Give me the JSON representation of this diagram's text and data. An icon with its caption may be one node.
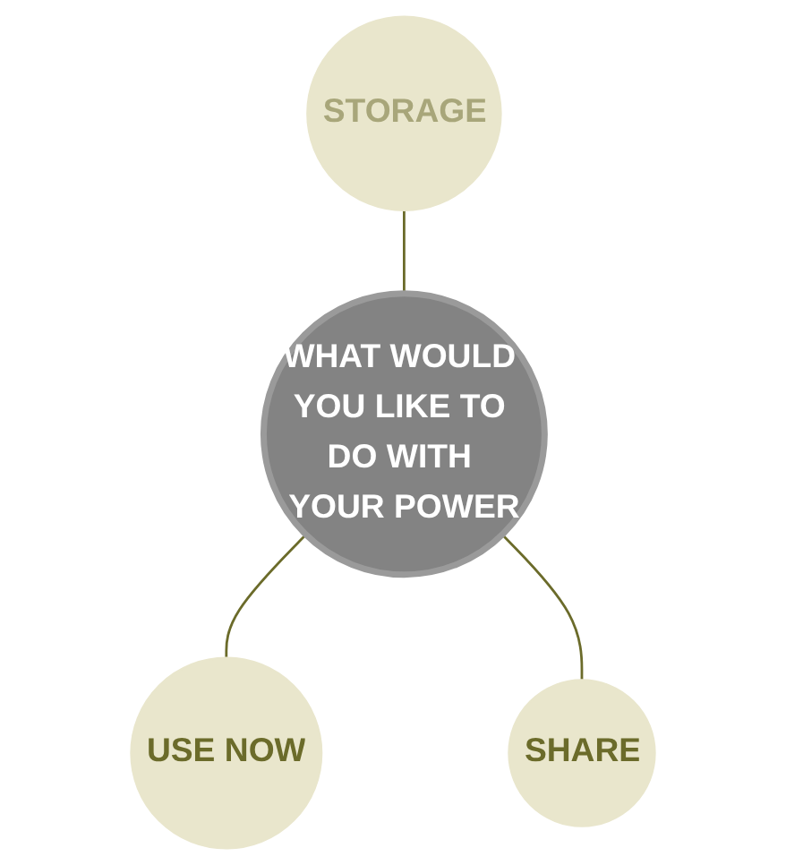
{
  "diagram": {
    "nodes": [
      {
        "text": [
          "STORAGE"
        ]
      },
      {
        "text": [
          "WHAT WOULD YOU LIKE TO DO WITH YOUR POWER"
        ]
      },
      {
        "text": [
          "USE NOW"
        ]
      },
      {
        "text": [
          "SHARE"
        ]
      }
    ],
    "edges": [
      {
        "from": 0,
        "to": 1,
        "arrow": "none"
      },
      {
        "from": 1,
        "to": 2,
        "arrow": "none"
      },
      {
        "from": 1,
        "to": 3,
        "arrow": "none"
      }
    ]
  }
}
